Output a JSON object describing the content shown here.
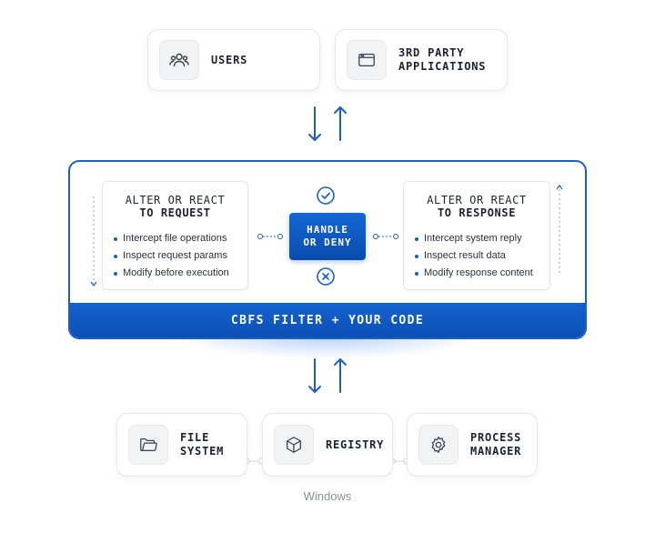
{
  "top_cards": [
    {
      "label": "USERS",
      "icon": "users-icon"
    },
    {
      "label": "3RD PARTY\nAPPLICATIONS",
      "icon": "app-window-icon"
    }
  ],
  "filter": {
    "bar_label": "CBFS FILTER + YOUR CODE",
    "request_panel": {
      "title_line1": "ALTER OR REACT",
      "title_line2": "TO REQUEST",
      "items": [
        "Intercept file operations",
        "Inspect request params",
        "Modify before execution"
      ]
    },
    "center": {
      "label": "HANDLE\nOR DENY",
      "top_icon": "check-circle-icon",
      "bottom_icon": "x-circle-icon"
    },
    "response_panel": {
      "title_line1": "ALTER OR REACT",
      "title_line2": "TO RESPONSE",
      "items": [
        "Intercept system reply",
        "Inspect result data",
        "Modify response content"
      ]
    }
  },
  "bottom_cards": [
    {
      "label": "FILE\nSYSTEM",
      "icon": "folder-icon"
    },
    {
      "label": "REGISTRY",
      "icon": "cube-icon"
    },
    {
      "label": "PROCESS\nMANAGER",
      "icon": "gear-icon"
    }
  ],
  "os_label": "Windows",
  "colors": {
    "accent": "#1a5fc4",
    "bar": "#0b4fb4",
    "card_border": "#e3e6ec",
    "muted_text": "#8a909c"
  }
}
